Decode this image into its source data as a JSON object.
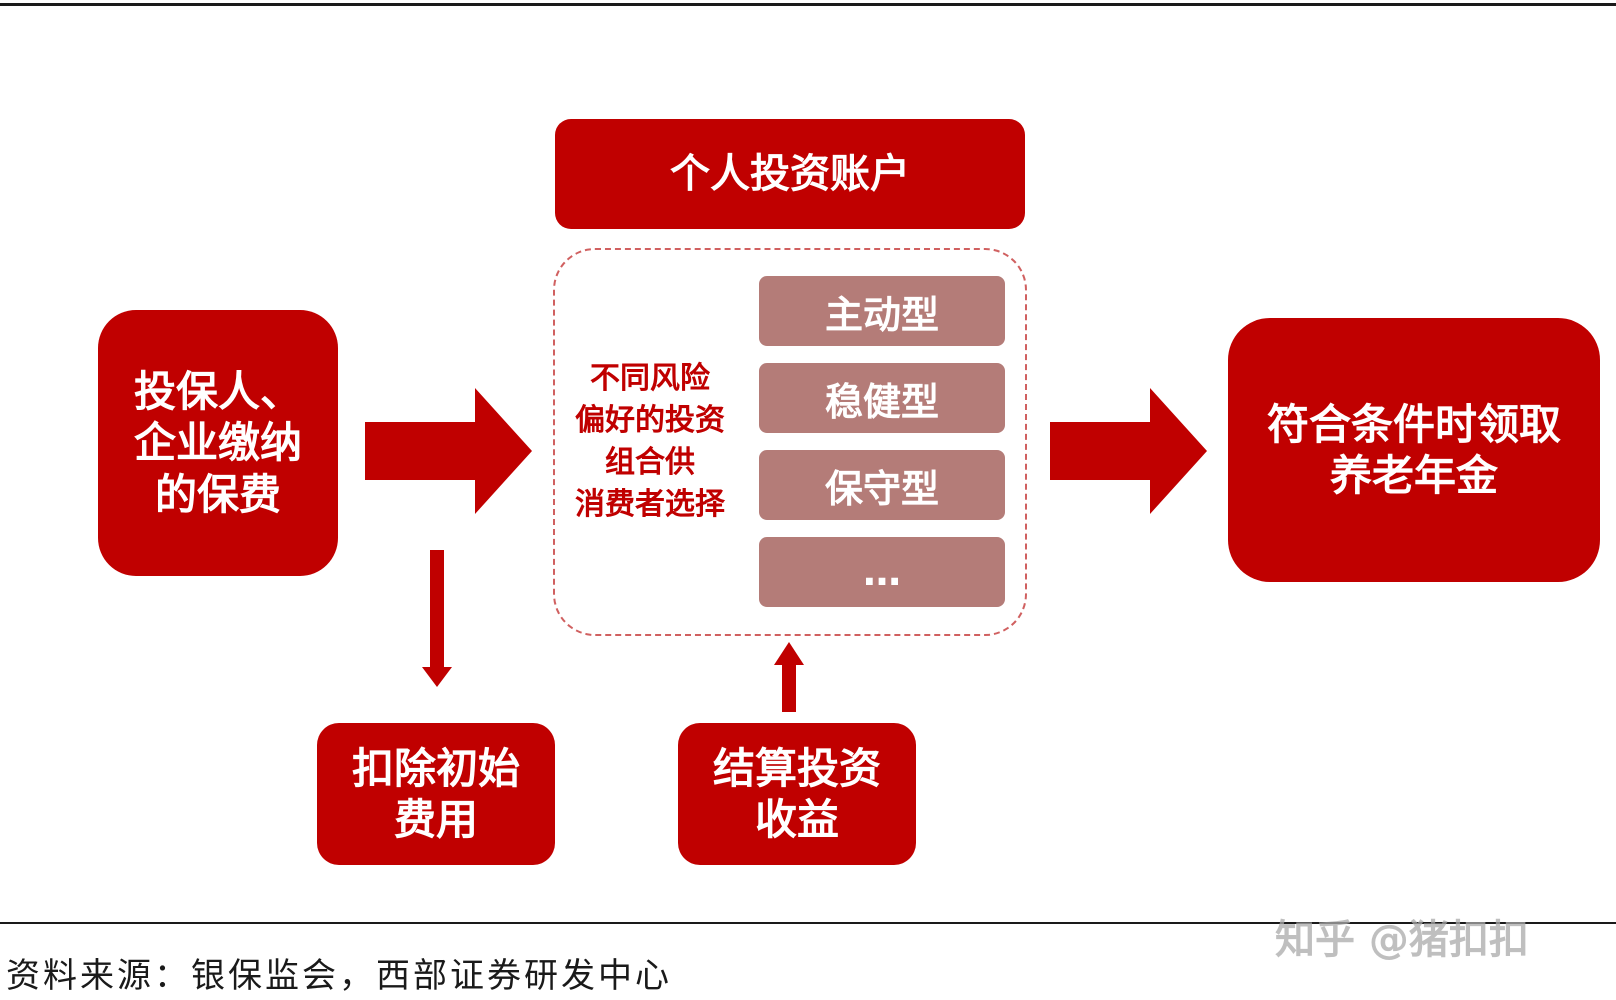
{
  "account_title": "个人投资账户",
  "premium_box": {
    "lines": [
      "投保人、",
      "企业缴纳",
      "的保费"
    ]
  },
  "portfolio_description": {
    "lines": [
      "不同风险",
      "偏好的投资",
      "组合供",
      "消费者选择"
    ]
  },
  "investment_types": [
    "主动型",
    "稳健型",
    "保守型",
    "…"
  ],
  "pension_box": {
    "lines": [
      "符合条件时领取",
      "养老年金"
    ]
  },
  "fee_box": {
    "lines": [
      "扣除初始",
      "费用"
    ]
  },
  "return_box": {
    "lines": [
      "结算投资",
      "收益"
    ]
  },
  "source_note": "资料来源：银保监会，西部证券研发中心",
  "watermark": "知乎 @猪扣扣",
  "colors": {
    "primary_red": "#c00000",
    "type_box": "#b47c78",
    "dashed_border": "#d06060"
  }
}
